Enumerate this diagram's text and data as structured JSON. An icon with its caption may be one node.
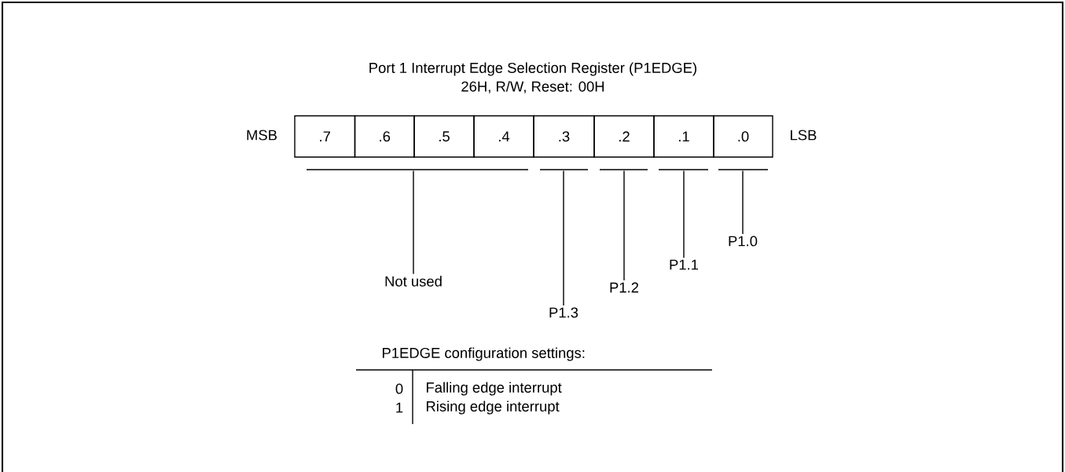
{
  "diagram": {
    "title": "Port 1 Interrupt Edge Selection Register (P1EDGE)",
    "nodes": [
      {
        "text": [
          ".7"
        ]
      },
      {
        "text": [
          ".6"
        ]
      },
      {
        "text": [
          ".5"
        ]
      },
      {
        "text": [
          ".4"
        ]
      },
      {
        "text": [
          ".3"
        ]
      },
      {
        "text": [
          ".2"
        ]
      },
      {
        "text": [
          ".1"
        ]
      },
      {
        "text": [
          ".0"
        ]
      },
      {
        "text": [],
        "shape": "bar"
      },
      {
        "text": [],
        "shape": "bar"
      },
      {
        "text": [],
        "shape": "bar"
      },
      {
        "text": [],
        "shape": "bar"
      },
      {
        "text": [],
        "shape": "bar"
      },
      {
        "text": [
          "Not used"
        ]
      },
      {
        "text": [
          "P1.3"
        ]
      },
      {
        "text": [
          "P1.2"
        ]
      },
      {
        "text": [
          "P1.1"
        ]
      },
      {
        "text": [
          "P1.0"
        ]
      }
    ],
    "edges": [
      {
        "from": 13,
        "to": 8,
        "arrow": "none"
      },
      {
        "from": 14,
        "to": 9,
        "arrow": "none"
      },
      {
        "from": 15,
        "to": 10,
        "arrow": "none"
      },
      {
        "from": 16,
        "to": 11,
        "arrow": "none"
      },
      {
        "from": 17,
        "to": 12,
        "arrow": "none"
      }
    ],
    "labels": [
      "26H, R/W, Reset: 00H",
      "MSB",
      "LSB",
      "P1EDGE configuration settings:",
      "0",
      "Falling edge interrupt",
      "1",
      "Rising edge interrupt"
    ]
  }
}
